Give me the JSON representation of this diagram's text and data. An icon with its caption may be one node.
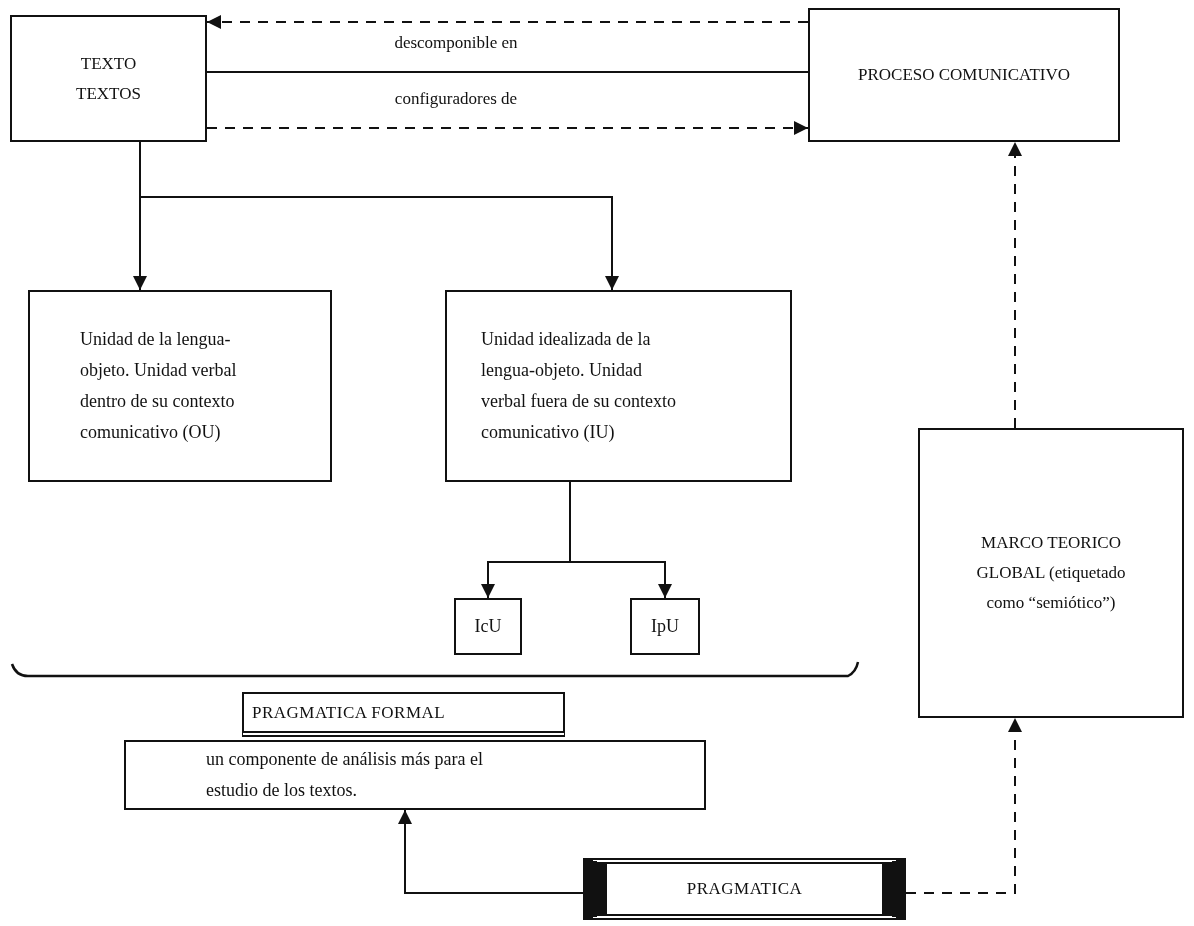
{
  "diagram": {
    "nodes": [
      {
        "text": [
          "TEXTO TEXTOS"
        ]
      },
      {
        "text": [
          "PROCESO COMUNICATIVO"
        ]
      },
      {
        "text": [
          "Unidad de la lengua-objeto. Unidad verbal dentro de su contexto comunicativo (OU)"
        ]
      },
      {
        "text": [
          "Unidad idealizada de la lengua-objeto. Unidad verbal fuera de su contexto comunicativo (IU)"
        ]
      },
      {
        "text": [
          "IcU"
        ]
      },
      {
        "text": [
          "IpU"
        ]
      },
      {
        "text": [
          "MARCO TEORICO GLOBAL (etiquetado como “semiótico”)"
        ]
      },
      {
        "text": [
          "PRAGMATICA FORMAL"
        ]
      },
      {
        "text": [
          "un componente de análisis más para el estudio de los textos."
        ]
      },
      {
        "text": [
          "PRAGMATICA"
        ]
      }
    ],
    "edges": [
      {
        "from": 1,
        "to": 0,
        "arrow": "to",
        "style": "dashed"
      },
      {
        "from": 0,
        "to": 1,
        "arrow": "none"
      },
      {
        "from": 0,
        "to": 1,
        "arrow": "to",
        "style": "dashed"
      },
      {
        "from": 0,
        "to": 2,
        "arrow": "to"
      },
      {
        "from": 0,
        "to": 3,
        "arrow": "to"
      },
      {
        "from": 3,
        "to": 4,
        "arrow": "to"
      },
      {
        "from": 3,
        "to": 5,
        "arrow": "to"
      },
      {
        "from": 9,
        "to": 8,
        "arrow": "to"
      },
      {
        "from": 9,
        "to": 6,
        "arrow": "to",
        "style": "dashed"
      },
      {
        "from": 6,
        "to": 1,
        "arrow": "to",
        "style": "dashed"
      }
    ],
    "labels": [
      "descomponible en",
      "configuradores de"
    ]
  }
}
